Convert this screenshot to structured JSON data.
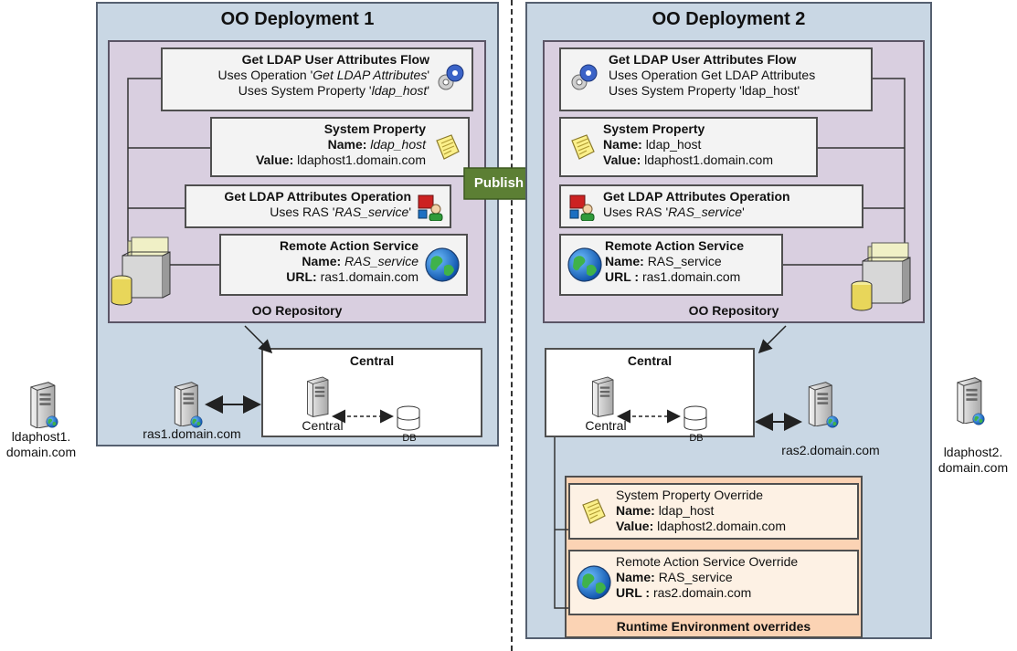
{
  "d1": {
    "title": "OO Deployment 1",
    "flow": {
      "title": "Get LDAP User Attributes Flow",
      "l1a": "Uses Operation '",
      "l1b": "Get LDAP Attributes",
      "l1c": "'",
      "l2a": "Uses System Property '",
      "l2b": "ldap_host",
      "l2c": "'"
    },
    "sysprop": {
      "title": "System Property",
      "name_k": "Name: ",
      "name_v": "ldap_host",
      "value_k": "Value: ",
      "value_v": "ldaphost1.domain.com"
    },
    "op": {
      "title": "Get LDAP Attributes Operation",
      "l1a": "Uses RAS '",
      "l1b": "RAS_service",
      "l1c": "'"
    },
    "ras": {
      "title": "Remote Action Service",
      "name_k": "Name: ",
      "name_v": "RAS_service",
      "url_k": "URL: ",
      "url_v": "ras1.domain.com"
    },
    "repo_label": "OO Repository",
    "central_title": "Central",
    "central_label": "Central",
    "db_label": "DB",
    "ras_server": "ras1.domain.com"
  },
  "d2": {
    "title": "OO Deployment 2",
    "flow": {
      "title": "Get LDAP User Attributes Flow",
      "l1": "Uses Operation Get LDAP Attributes",
      "l2": "Uses System Property 'ldap_host'"
    },
    "sysprop": {
      "title": "System Property",
      "name_k": "Name: ",
      "name_v": "ldap_host",
      "value_k": "Value: ",
      "value_v": "ldaphost1.domain.com"
    },
    "op": {
      "title": "Get LDAP Attributes Operation",
      "l1a": "Uses RAS '",
      "l1b": "RAS_service",
      "l1c": "'"
    },
    "ras": {
      "title": "Remote Action Service",
      "name_k": "Name: ",
      "name_v": "RAS_service",
      "url_k": "URL  : ",
      "url_v": "ras1.domain.com"
    },
    "repo_label": "OO Repository",
    "central_title": "Central",
    "central_label": "Central",
    "db_label": "DB",
    "ras_server": "ras2.domain.com",
    "ovr_sp": {
      "title": "System Property Override",
      "name_k": "Name: ",
      "name_v": "ldap_host",
      "value_k": "Value: ",
      "value_v": "ldaphost2.domain.com"
    },
    "ovr_ras": {
      "title": "Remote Action Service Override",
      "name_k": "Name: ",
      "name_v": "RAS_service",
      "url_k": "URL  : ",
      "url_v": "ras2.domain.com"
    },
    "ovr_label": "Runtime Environment overrides"
  },
  "publish": "Publish",
  "ldaphost1": {
    "l1": "ldaphost1.",
    "l2": "domain.com"
  },
  "ldaphost2": {
    "l1": "ldaphost2.",
    "l2": "domain.com"
  }
}
